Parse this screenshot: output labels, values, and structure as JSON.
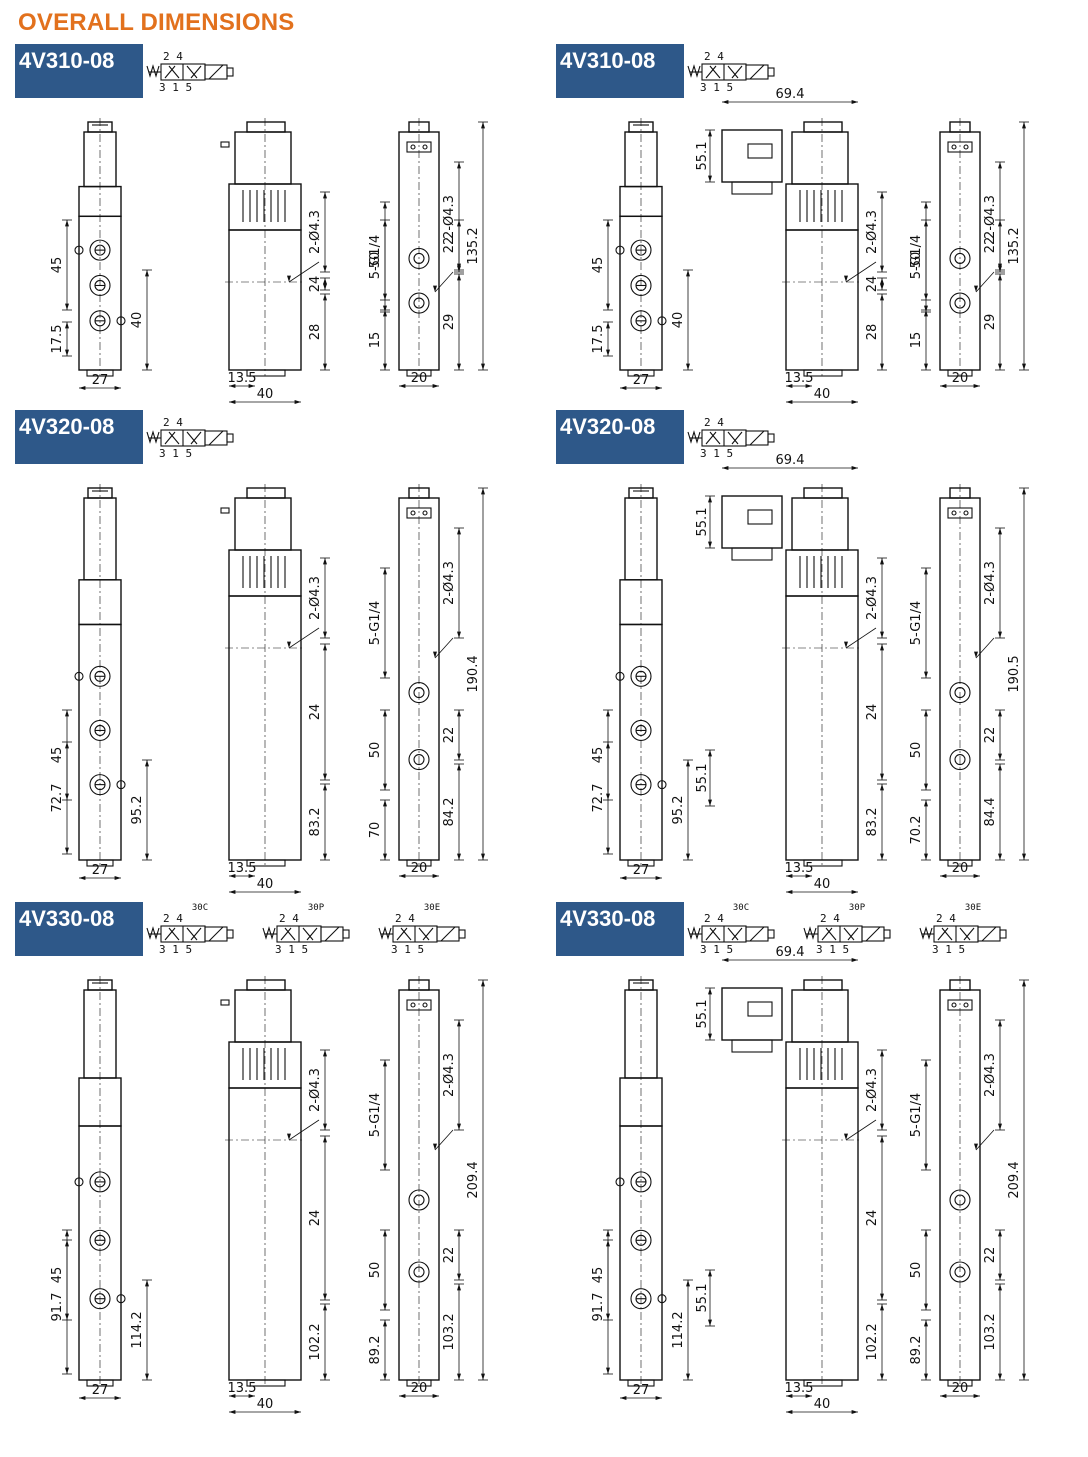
{
  "page": {
    "title": "OVERALL DIMENSIONS"
  },
  "symbol_ports": {
    "top": "2 4",
    "bottom": "3 1 5",
    "spring": "W"
  },
  "symbol_variants": [
    "30C",
    "30P",
    "30E"
  ],
  "sections": [
    {
      "id": "s1",
      "model": "4V310-08",
      "variant": "single-no-plug",
      "dims": {
        "d45": "45",
        "d175": "17.5",
        "d40v": "40",
        "d27": "27",
        "d135": "13.5",
        "d40h": "40",
        "d243": "2-Ø4.3",
        "d24": "24",
        "d28": "28",
        "g14": "5-G1/4",
        "d50": "50",
        "d15": "15",
        "d20": "20",
        "d22": "22",
        "d29": "29",
        "dtotal": "135.2"
      }
    },
    {
      "id": "s2",
      "model": "4V310-08",
      "variant": "single-plug",
      "dims": {
        "d45": "45",
        "d175": "17.5",
        "d40v": "40",
        "d27": "27",
        "d694": "69.4",
        "d551": "55.1",
        "d135": "13.5",
        "d40h": "40",
        "d243": "2-Ø4.3",
        "d24": "24",
        "d28": "28",
        "g14": "5-G1/4",
        "d50": "50",
        "d15": "15",
        "d20": "20",
        "d22": "22",
        "d29": "29",
        "d243b": "2-Ø4.3",
        "dtotal": "135.2"
      }
    },
    {
      "id": "s3",
      "model": "4V320-08",
      "variant": "double-no-plug",
      "dims": {
        "d45": "45",
        "d727": "72.7",
        "d952": "95.2",
        "d27": "27",
        "d135": "13.5",
        "d40h": "40",
        "d243": "2-Ø4.3",
        "d24": "24",
        "d832": "83.2",
        "g14": "5-G1/4",
        "d50": "50",
        "d70": "70",
        "d22": "22",
        "d842": "84.2",
        "dtotal": "190.4",
        "d20": "20"
      }
    },
    {
      "id": "s4",
      "model": "4V320-08",
      "variant": "double-plug",
      "dims": {
        "d45": "45",
        "d727": "72.7",
        "d952": "95.2",
        "d27": "27",
        "d694": "69.4",
        "d551": "55.1",
        "d551b": "55.1",
        "d135": "13.5",
        "d40h": "40",
        "d243": "2-Ø4.3",
        "d24": "24",
        "d832": "83.2",
        "g14": "5-G1/4",
        "d50": "50",
        "d702": "70.2",
        "d22": "22",
        "d844": "84.4",
        "d243b": "2-Ø4.3",
        "dtotal": "190.5",
        "d20": "20"
      }
    },
    {
      "id": "s5",
      "model": "4V330-08",
      "variant": "triple-no-plug",
      "dims": {
        "d45": "45",
        "d917": "91.7",
        "d1142": "114.2",
        "d27": "27",
        "d135": "13.5",
        "d40h": "40",
        "d243": "2-Ø4.3",
        "d24": "24",
        "d1022": "102.2",
        "g14": "5-G1/4",
        "d50": "50",
        "d892": "89.2",
        "d22": "22",
        "d1032": "103.2",
        "dtotal": "209.4",
        "d20": "20"
      }
    },
    {
      "id": "s6",
      "model": "4V330-08",
      "variant": "triple-plug",
      "dims": {
        "d45": "45",
        "d917": "91.7",
        "d1142": "114.2",
        "d27": "27",
        "d694": "69.4",
        "d551": "55.1",
        "d551b": "55.1",
        "d135": "13.5",
        "d40h": "40",
        "d243": "2-Ø4.3",
        "d24": "24",
        "d1022": "102.2",
        "g14": "5-G1/4",
        "d50": "50",
        "d892": "89.2",
        "d22": "22",
        "d1032": "103.2",
        "d243b": "2-Ø4.3",
        "dtotal": "209.4",
        "d20": "20"
      }
    }
  ]
}
